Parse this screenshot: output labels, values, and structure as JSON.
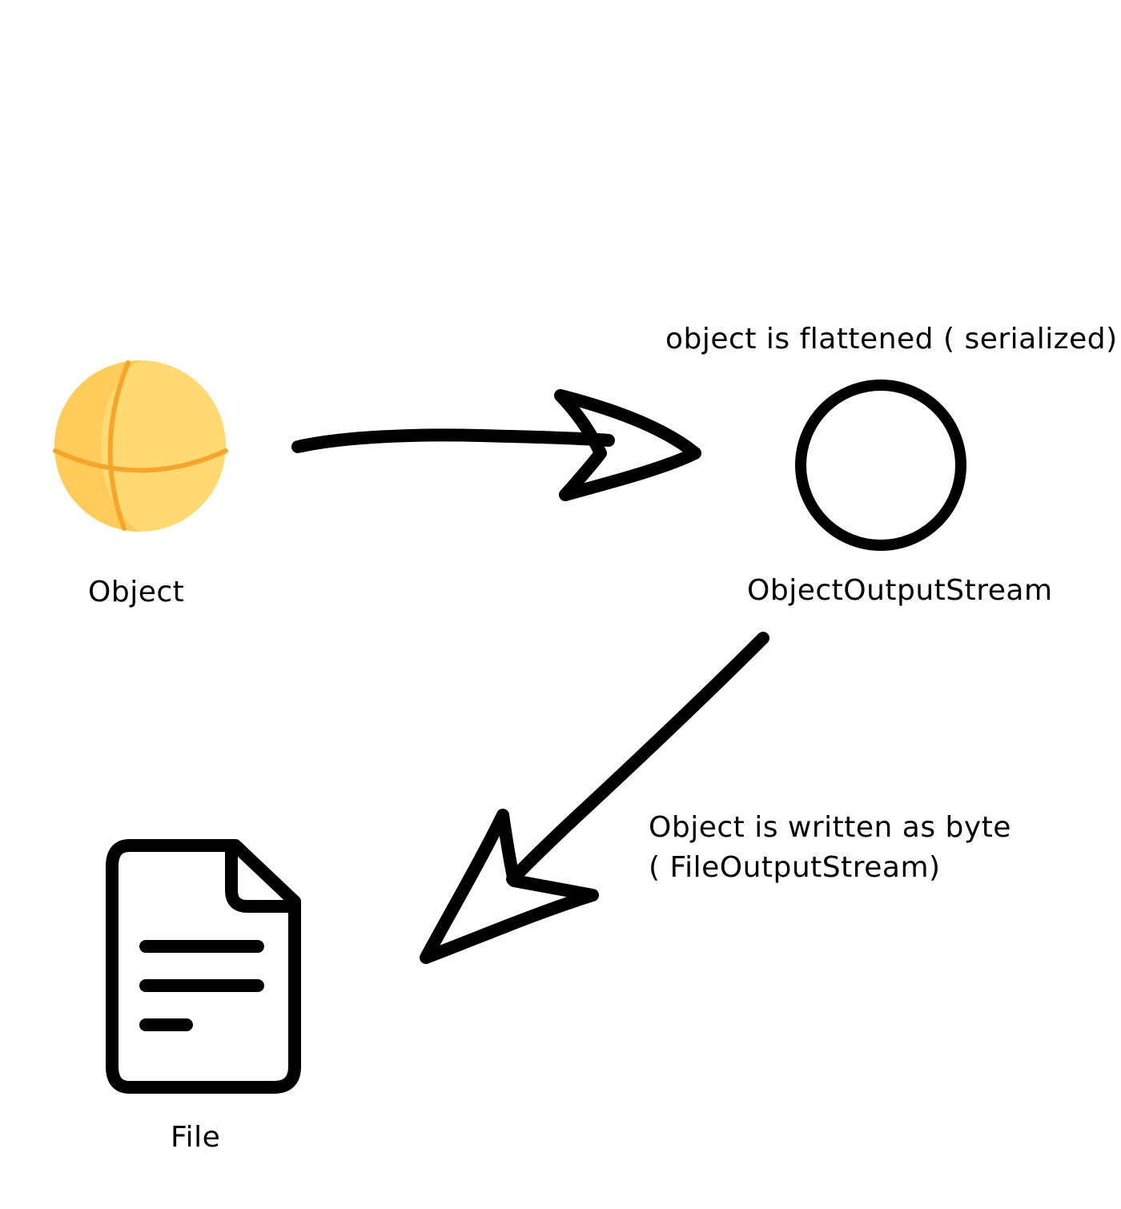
{
  "nodes": {
    "object": {
      "label": "Object",
      "icon": "sphere-icon"
    },
    "stream": {
      "label": "ObjectOutputStream",
      "icon": "circle-icon"
    },
    "file": {
      "label": "File",
      "icon": "file-icon"
    }
  },
  "edges": {
    "object_to_stream": {
      "label": "object is flattened ( serialized)"
    },
    "stream_to_file": {
      "label_lines": [
        "Object is written as byte",
        "( FileOutputStream)"
      ]
    }
  },
  "colors": {
    "sphere_fill": "#FFDA73",
    "sphere_shade": "#FFCB5A",
    "sphere_band": "#F5A52A",
    "ink": "#000000",
    "background": "#FFFFFF"
  }
}
